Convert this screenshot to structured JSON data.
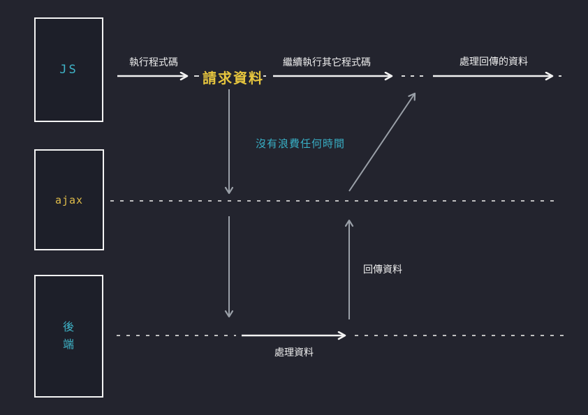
{
  "diagram": {
    "lanes": [
      {
        "id": "js",
        "label": "JS"
      },
      {
        "id": "ajax",
        "label": "ajax"
      },
      {
        "id": "backend",
        "label": "後\n端"
      }
    ],
    "labels": {
      "execute_code": "執行程式碼",
      "request_data": "請求資料",
      "continue_other_code": "繼續執行其它程式碼",
      "handle_returned_data": "處理回傳的資料",
      "no_time_wasted": "沒有浪費任何時間",
      "return_data": "回傳資料",
      "process_data": "處理資料"
    },
    "colors": {
      "background": "#23242e",
      "box_border": "#f4f4f4",
      "cyan_accent": "#3fb5c9",
      "yellow_accent": "#e6c53e",
      "white_text": "#eeeeee",
      "gray_arrow": "#9aa0a8",
      "dashed_line": "#dcdcdc"
    }
  }
}
